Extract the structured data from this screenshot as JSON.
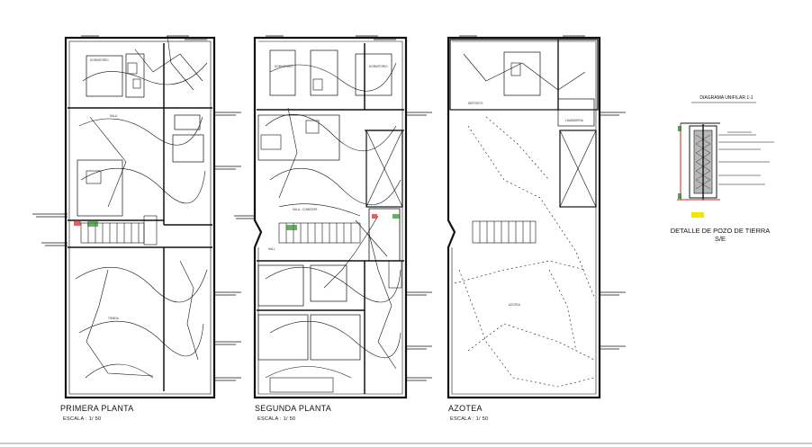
{
  "plans": [
    {
      "title": "PRIMERA PLANTA",
      "scale": "ESCALA :   1/ 50"
    },
    {
      "title": "SEGUNDA  PLANTA",
      "scale": "ESCALA :   1/ 50"
    },
    {
      "title": "AZOTEA",
      "scale": "ESCALA :   1/ 50"
    }
  ],
  "detail": {
    "diagram_label": "DIAGRAMA UNIFILAR 1-1",
    "title_line1": "DETALLE DE POZO DE TIERRA",
    "title_line2": "S/E"
  },
  "room_labels": {
    "p1_dormitorio": "DORMITORIO",
    "p1_sala": "SALA",
    "p1_tienda": "TIENDA",
    "p2_dormitorio_a": "DORMITORIO",
    "p2_dormitorio_b": "DORMITORIO",
    "p2_hall": "HALL",
    "p2_sala": "SALA - COMEDOR",
    "p3_azotea": "AZOTEA",
    "p3_deposito": "DEPOSITO",
    "p3_lavanderia": "LAVANDERIA"
  },
  "colors": {
    "line": "#111111",
    "accent_red": "#d11f1f",
    "accent_yellow": "#f2e600",
    "accent_green": "#2a8a2a"
  }
}
